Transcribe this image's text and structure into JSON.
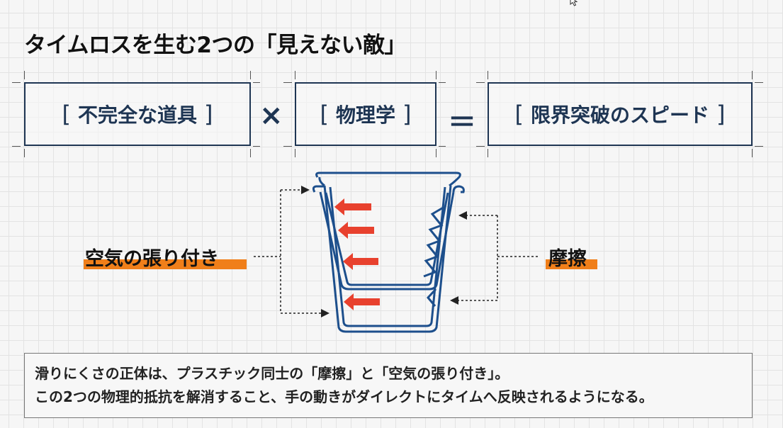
{
  "title": "タイムロスを生む2つの「見えない敵」",
  "equation": {
    "term1": "不完全な道具",
    "operator1": "×",
    "term2": "物理学",
    "operator2": "＝",
    "result": "限界突破のスピード",
    "bracket_open": "[",
    "bracket_close": "]"
  },
  "diagram": {
    "left_label": "空気の張り付き",
    "right_label": "摩擦",
    "highlight_color": "#f07f1a",
    "cup_color": "#1d4f8c",
    "arrow_color": "#e8412e",
    "frame_color": "#1e3553"
  },
  "footer": {
    "line1": "滑りにくさの正体は、プラスチック同士の「摩擦」と「空気の張り付き」。",
    "line2": "この2つの物理的抵抗を解消すること、手の動きがダイレクトにタイムへ反映されるようになる。"
  },
  "icons": {
    "cursor": "mouse-pointer-icon"
  }
}
